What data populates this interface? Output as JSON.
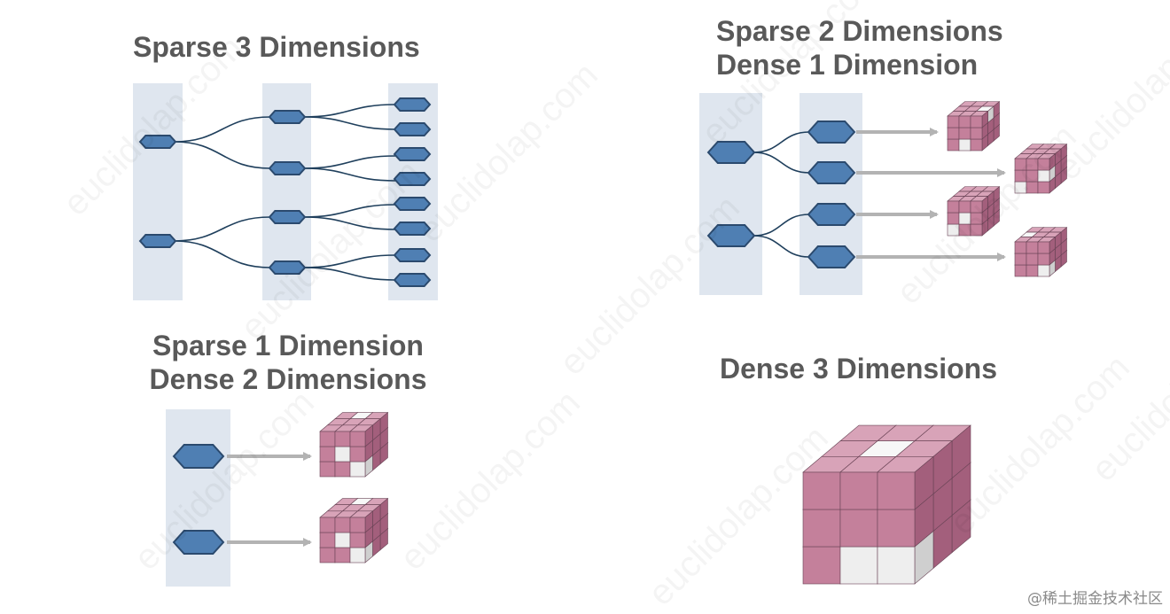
{
  "panels": {
    "sparse3": {
      "title": "Sparse 3 Dimensions"
    },
    "sparse2dense1": {
      "title_line1": "Sparse 2 Dimensions",
      "title_line2": "Dense 1 Dimension"
    },
    "sparse1dense2": {
      "title_line1": "Sparse 1 Dimension",
      "title_line2": "Dense 2 Dimensions"
    },
    "dense3": {
      "title": "Dense 3 Dimensions"
    }
  },
  "watermark": {
    "text": "euclidolap.com"
  },
  "credit": {
    "text": "@稀土掘金技术社区"
  },
  "colors": {
    "node_fill": "#4f7fb3",
    "node_stroke": "#2b4a6e",
    "column_bg": "#dfe6ef",
    "link": "#1f3f5c",
    "arrow": "#b3b3b3",
    "cube_front": "#c4809b",
    "cube_top": "#d8a3b8",
    "cube_side": "#a35f7c",
    "cube_empty": "#e6e6e6",
    "title": "#595959"
  }
}
